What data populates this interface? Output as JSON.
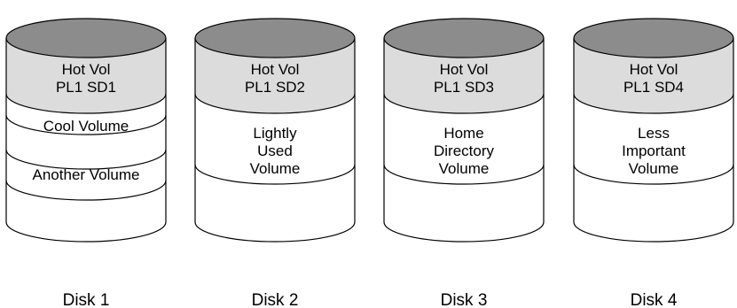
{
  "colors": {
    "disk_top": "#8c8c8c",
    "hot_band": "#dcdcdc",
    "body": "#ffffff",
    "outline": "#000000"
  },
  "disks": [
    {
      "caption": "Disk 1",
      "hot": [
        "Hot Vol",
        "PL1 SD1"
      ],
      "segments": [
        {
          "lines": [
            "Cool Volume"
          ]
        },
        {
          "lines": [
            "Another Volume"
          ]
        },
        {
          "lines": []
        }
      ]
    },
    {
      "caption": "Disk 2",
      "hot": [
        "Hot Vol",
        "PL1 SD2"
      ],
      "segments": [
        {
          "lines": [
            "Lightly",
            "Used",
            "Volume"
          ]
        },
        {
          "lines": []
        }
      ]
    },
    {
      "caption": "Disk 3",
      "hot": [
        "Hot Vol",
        "PL1 SD3"
      ],
      "segments": [
        {
          "lines": [
            "Home",
            "Directory",
            "Volume"
          ]
        },
        {
          "lines": []
        }
      ]
    },
    {
      "caption": "Disk 4",
      "hot": [
        "Hot Vol",
        "PL1 SD4"
      ],
      "segments": [
        {
          "lines": [
            "Less",
            "Important",
            "Volume"
          ]
        },
        {
          "lines": []
        }
      ]
    }
  ]
}
